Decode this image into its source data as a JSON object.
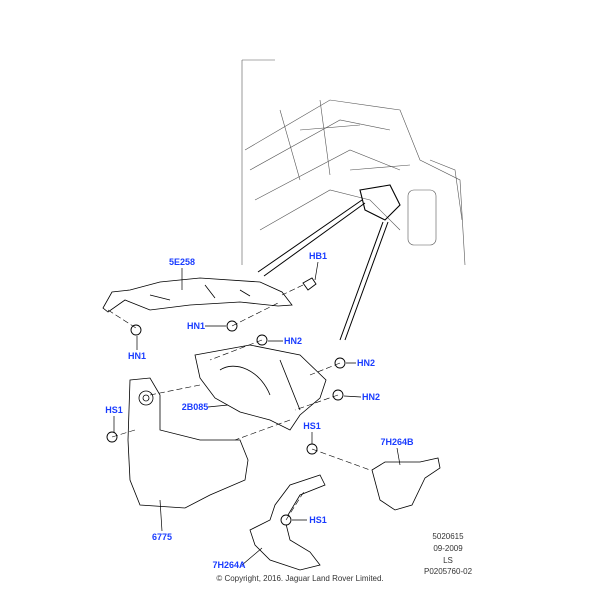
{
  "callouts": [
    {
      "id": "5E258",
      "label": "5E258"
    },
    {
      "id": "HB1",
      "label": "HB1"
    },
    {
      "id": "HN1a",
      "label": "HN1"
    },
    {
      "id": "HN1b",
      "label": "HN1"
    },
    {
      "id": "HN2a",
      "label": "HN2"
    },
    {
      "id": "HN2b",
      "label": "HN2"
    },
    {
      "id": "HN2c",
      "label": "HN2"
    },
    {
      "id": "2B085",
      "label": "2B085"
    },
    {
      "id": "HS1a",
      "label": "HS1"
    },
    {
      "id": "HS1b",
      "label": "HS1"
    },
    {
      "id": "7H264B",
      "label": "7H264B"
    },
    {
      "id": "HS1c",
      "label": "HS1"
    },
    {
      "id": "6775",
      "label": "6775"
    },
    {
      "id": "7H264A",
      "label": "7H264A"
    }
  ],
  "reference": [
    "5020615",
    "09-2009",
    "LS",
    "P0205760-02"
  ],
  "copyright": "© Copyright, 2016. Jaguar Land Rover Limited.",
  "colors": {
    "callout": "#1a3cff",
    "line": "#000000"
  }
}
